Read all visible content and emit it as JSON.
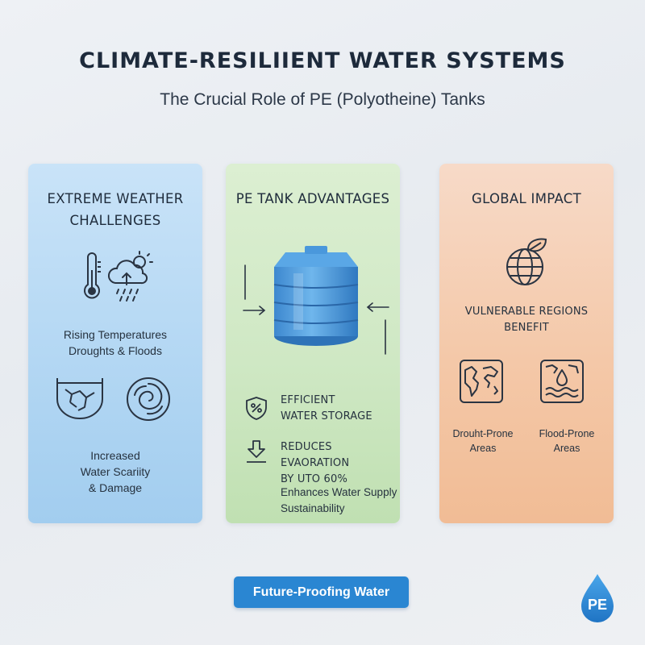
{
  "header": {
    "title": "CLIMATE-RESILIIENT WATER SYSTEMS",
    "subtitle": "The Crucial Role of PE (Polyotheine) Tanks"
  },
  "panels": {
    "weather": {
      "title_line1": "EXTREME WEATHER",
      "title_line2": "CHALLENGES",
      "text1_line1": "Rising Temperatures",
      "text1_line2": "Droughts & Floods",
      "text2_line1": "Increased",
      "text2_line2": "Water Scariity",
      "text2_line3": "& Damage"
    },
    "advantages": {
      "title": "PE TANK ADVANTAGES",
      "item1_line1": "EFFICIENT",
      "item1_line2": "WATER STORAGE",
      "item2_line1": "REDUCES EVAORATION",
      "item2_line2": "BY UTO 60%",
      "item3_line1": "Enhances Water Supply",
      "item3_line2": "Sustainability"
    },
    "impact": {
      "title": "GLOBAL IMPACT",
      "regions_line1": "VULNERABLE REGIONS",
      "regions_line2": "BENEFIT",
      "drought_line1": "Drouht-Prone",
      "drought_line2": "Areas",
      "flood_line1": "Flood-Prone",
      "flood_line2": "Areas"
    }
  },
  "footer": {
    "cta_label": "Future-Proofing Water",
    "logo_text": "PE"
  },
  "colors": {
    "panel_blue": "#b3d7f3",
    "panel_green": "#cfe8c4",
    "panel_orange": "#f4c8a8",
    "cta_blue": "#2a86d2",
    "tank_blue": "#4a98dc"
  },
  "icons": [
    "thermometer-icon",
    "storm-cloud-icon",
    "cracked-ground-icon",
    "cyclone-icon",
    "water-tank-icon",
    "shield-percent-icon",
    "evaporation-arrow-icon",
    "globe-leaf-icon",
    "drought-map-icon",
    "flood-map-icon",
    "water-drop-logo-icon"
  ]
}
